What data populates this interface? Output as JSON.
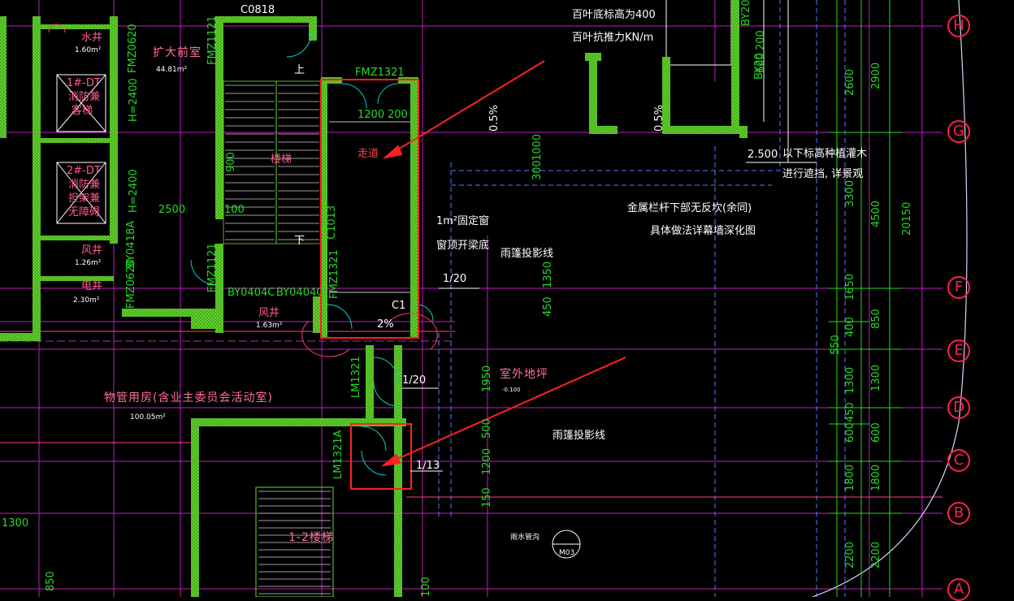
{
  "axes": [
    "H",
    "G",
    "F",
    "E",
    "D",
    "C",
    "B",
    "A"
  ],
  "rooms": {
    "water_well": "水井",
    "water_well_area": "1.60m²",
    "elevator1": [
      "1#-DT",
      "消防兼",
      "客梯"
    ],
    "elevator2": [
      "2#-DT",
      "消防兼",
      "担架兼",
      "无障碍"
    ],
    "wind_well": "风井",
    "wind_well_area": "1.26m²",
    "elec_well": "电井",
    "elec_well_area": "2.30m²",
    "expanded_vestibule": "扩大前室",
    "vestibule_area": "44.81m²",
    "corridor": "走道",
    "stair": "楼梯",
    "stair_up": "上",
    "stair_down": "下",
    "wind_well2": "风井",
    "wind_well2_area": "1.63m²",
    "property_room": "物管用房(含业主委员会活动室)",
    "property_area": "100.05m²",
    "stair2": "1-2楼梯",
    "outdoor": "室外地坪",
    "outdoor_elev": "-0.100"
  },
  "doors": {
    "fmz0620": "FMZ0620",
    "fmz1121a": "FMZ1121",
    "fmz1121b": "FMZ1121",
    "fmz1321a": "FMZ1321",
    "fmz1321b": "FMZ1321",
    "fmz0620b": "FMZ0620",
    "by0418a": "BY0418A",
    "by0404a": "BY0404C",
    "by0404b": "BY0404C",
    "c0818": "C0818",
    "lm1321": "LM1321",
    "lm1321a": "LM1321A",
    "c1013": "C1013",
    "c1": "C1",
    "by20": "BY20",
    "by20b": "BY20"
  },
  "notes": {
    "louver_height": "百叶底标高为400",
    "louver_wind": "百叶抗推力KN/m",
    "plant_note1": "以下标高种植灌木",
    "plant_note2": "进行遮挡, 详景观",
    "railing1": "金属栏杆下部无反坎(余同)",
    "railing2": "具体做法详幕墙深化图",
    "fixed_window": "1m²固定窗",
    "window_top": "窗顶开梁底",
    "canopy1": "雨篷投影线",
    "canopy2": "雨篷投影线",
    "slope1": "1/20",
    "slope2": "1/20",
    "slope3": "1/13",
    "slope4": "2%",
    "elev_2500": "2.500",
    "h2400": "H=2400",
    "h2400b": "H=2400",
    "mark": "M03",
    "drain": "雨水管沟"
  },
  "dims": {
    "d2500": "2500",
    "d1200": "1200",
    "d200": "200",
    "d1000": "1000",
    "d300": "300",
    "d1350": "1350",
    "d450": "450",
    "d1950": "1950",
    "d500": "500",
    "d1200b": "1200",
    "d150": "150",
    "d1300": "1300",
    "d850": "850",
    "d2600": "2600",
    "d2900": "2900",
    "d3300": "3300",
    "d4500": "4500",
    "d20150": "20150",
    "d1650": "1650",
    "d400": "400",
    "d850b": "850",
    "d550": "550",
    "d1300b": "1300",
    "d450b": "450",
    "d600": "600",
    "d600b": "600",
    "d1800": "1800",
    "d1800b": "1800",
    "d2200": "2200",
    "d2200b": "2200",
    "d900": "900",
    "d100": "100",
    "d05a": "0.5%",
    "d05b": "0.5%",
    "d2000": "200",
    "d600s": "600",
    "d100b": "100"
  },
  "colors": {
    "background": "#000000",
    "wall": "#6ddc2c",
    "axis_line": "#ff2050",
    "dim_line": "#22dd22",
    "annotation_arrow": "#ff2020",
    "highlight_box": "#ff2020"
  }
}
